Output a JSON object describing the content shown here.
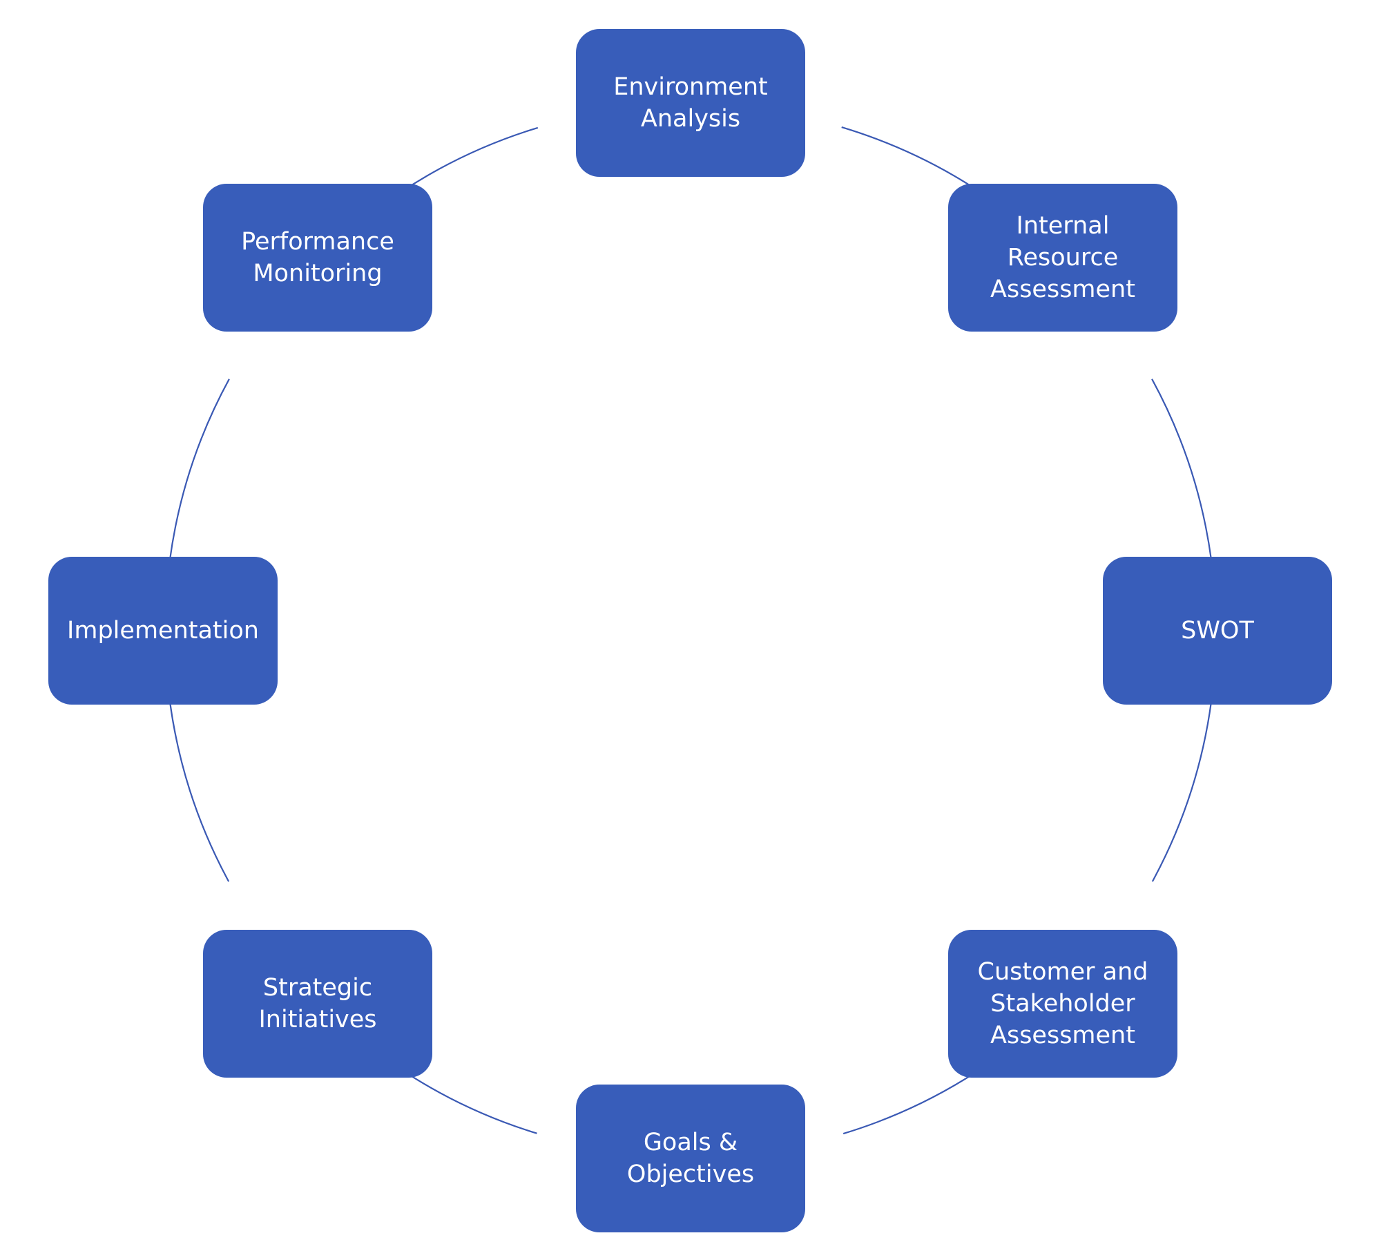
{
  "colors": {
    "node_fill": "#385DBA",
    "connector": "#3A59B4",
    "node_text": "#FFFFFF",
    "background": "#FFFFFF"
  },
  "nodes": [
    {
      "label": "Environment Analysis"
    },
    {
      "label": "Internal Resource Assessment"
    },
    {
      "label": "SWOT"
    },
    {
      "label": "Customer and Stakeholder Assessment"
    },
    {
      "label": "Goals & Objectives"
    },
    {
      "label": "Strategic Initiatives"
    },
    {
      "label": "Implementation"
    },
    {
      "label": "Performance Monitoring"
    }
  ]
}
